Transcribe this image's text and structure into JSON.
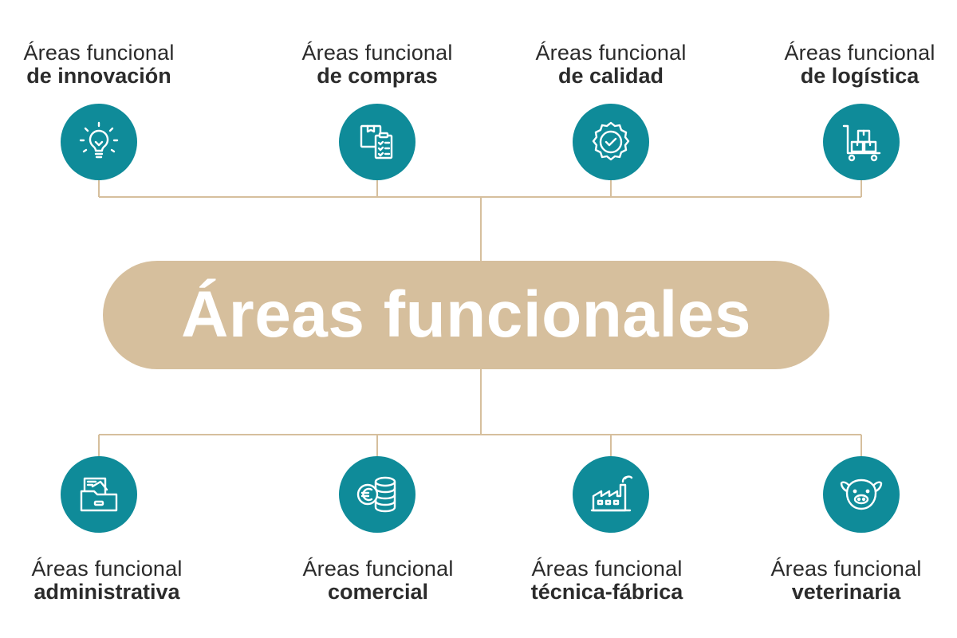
{
  "colors": {
    "accent": "#0f8b99",
    "pill": "#d6bf9d",
    "line": "#d6bf9d",
    "text": "#2b2b2b"
  },
  "center_title": "Áreas funcionales",
  "top_areas": [
    {
      "line1": "Áreas funcional",
      "line2": "de innovación",
      "icon": "lightbulb-icon"
    },
    {
      "line1": "Áreas funcional",
      "line2": "de compras",
      "icon": "purchase-checklist-icon"
    },
    {
      "line1": "Áreas funcional",
      "line2": "de calidad",
      "icon": "quality-badge-icon"
    },
    {
      "line1": "Áreas funcional",
      "line2": "de logística",
      "icon": "cart-boxes-icon"
    }
  ],
  "bottom_areas": [
    {
      "line1": "Áreas funcional",
      "line2": "administrativa",
      "icon": "folder-icon"
    },
    {
      "line1": "Áreas funcional",
      "line2": "comercial",
      "icon": "euro-coins-icon"
    },
    {
      "line1": "Áreas funcional",
      "line2": "técnica-fábrica",
      "icon": "factory-icon"
    },
    {
      "line1": "Áreas funcional",
      "line2": "veterinaria",
      "icon": "pig-icon"
    }
  ]
}
